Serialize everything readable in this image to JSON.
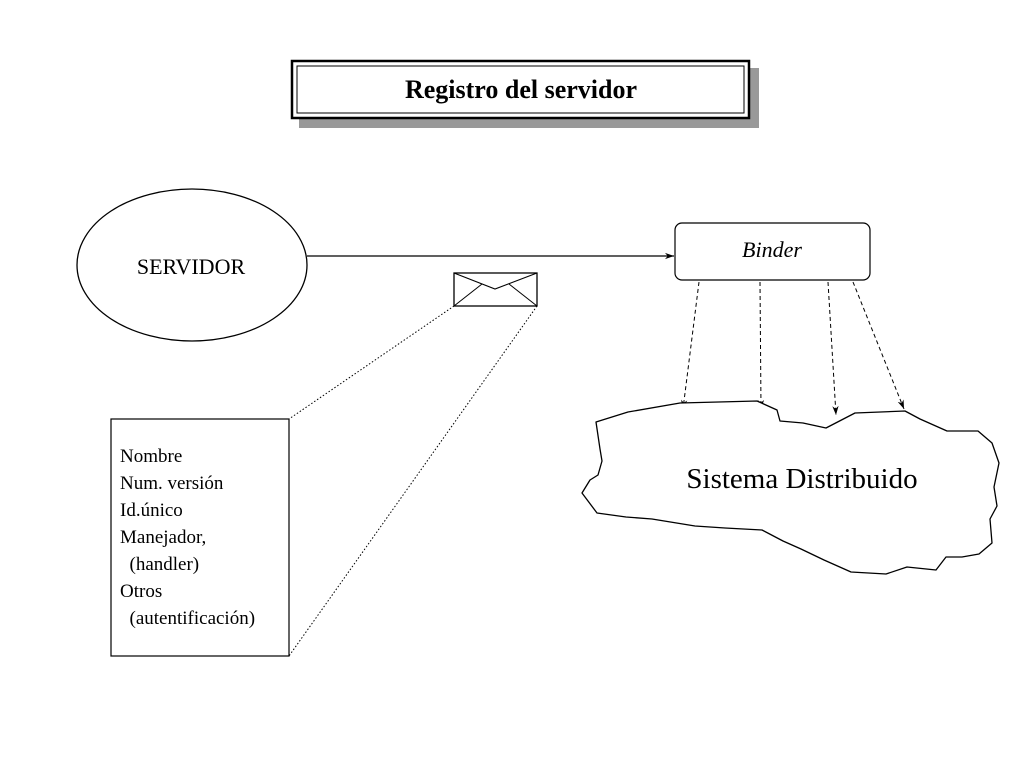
{
  "title": "Registro del servidor",
  "server": {
    "label": "SERVIDOR"
  },
  "binder": {
    "label": "Binder"
  },
  "system": {
    "label": "Sistema Distribuido"
  },
  "message_fields": [
    "Nombre",
    "Num. versión",
    "Id.único",
    "Manejador,",
    "  (handler)",
    "Otros",
    "  (autentificación)"
  ],
  "colors": {
    "stroke": "#000000",
    "shadow": "#999999",
    "background": "#ffffff"
  },
  "icons": {
    "message": "envelope-icon"
  }
}
